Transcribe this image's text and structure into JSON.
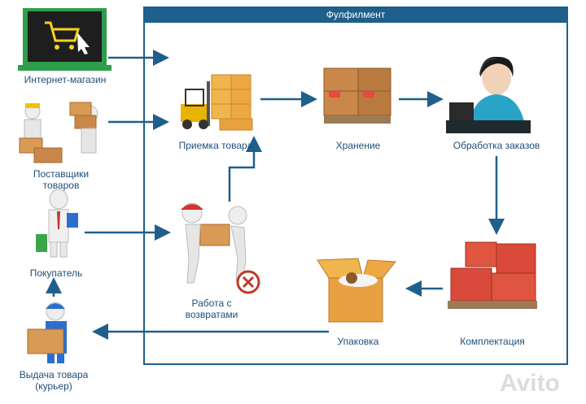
{
  "frame": {
    "title": "Фулфилмент"
  },
  "nodes": {
    "shop": "Интернет-магазин",
    "suppliers": "Поставщики\nтоваров",
    "buyer": "Покупатель",
    "courier": "Выдача товара\n(курьер)",
    "receiving": "Приемка товара",
    "returns": "Работа с\nвозвратами",
    "storage": "Хранение",
    "orders": "Обработка заказов",
    "picking": "Комплектация",
    "packing": "Упаковка"
  },
  "watermark": "Avito",
  "colors": {
    "frame": "#1f5f8b",
    "arrow": "#1f5f8b",
    "text": "#1f4e79",
    "box": "#e08a3a",
    "red_box": "#d94a3a"
  }
}
